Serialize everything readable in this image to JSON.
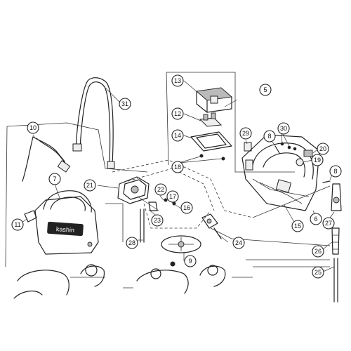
{
  "diagram": {
    "callouts": [
      "5",
      "6",
      "7",
      "8",
      "8",
      "9",
      "10",
      "11",
      "12",
      "13",
      "14",
      "15",
      "16",
      "17",
      "18",
      "19",
      "20",
      "21",
      "22",
      "23",
      "24",
      "25",
      "26",
      "27",
      "28",
      "29",
      "30",
      "31"
    ],
    "logo_text": "kashin"
  }
}
